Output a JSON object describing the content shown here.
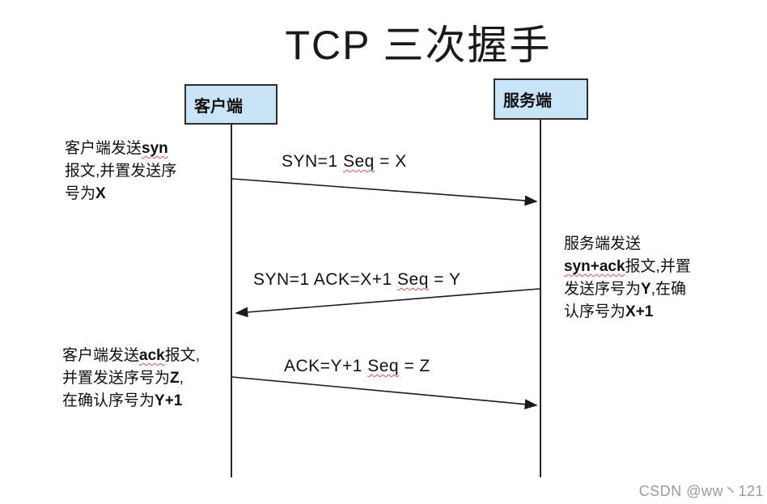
{
  "title": "TCP 三次握手",
  "actors": {
    "client": "客户端",
    "server": "服务端"
  },
  "messages": {
    "syn": [
      [
        {
          "t": "SYN=1  "
        },
        {
          "t": "Seq",
          "w": true
        },
        {
          "t": " = X"
        }
      ]
    ],
    "synack": [
      [
        {
          "t": "SYN=1  ACK=X+1 "
        },
        {
          "t": "Seq",
          "w": true
        },
        {
          "t": " = Y"
        }
      ]
    ],
    "ack": [
      [
        {
          "t": "ACK=Y+1 "
        },
        {
          "t": "Seq",
          "w": true
        },
        {
          "t": " = Z"
        }
      ]
    ]
  },
  "annotations": {
    "client_syn": [
      [
        {
          "t": "客户端发送"
        },
        {
          "t": "syn",
          "b": true,
          "w": true
        }
      ],
      [
        {
          "t": "报文,并置发送序"
        }
      ],
      [
        {
          "t": "号为"
        },
        {
          "t": "X",
          "b": true
        }
      ]
    ],
    "server_synack": [
      [
        {
          "t": "服务端发送"
        }
      ],
      [
        {
          "t": "syn+ack",
          "b": true,
          "w": true
        },
        {
          "t": "报文,并置"
        }
      ],
      [
        {
          "t": "发送序号为"
        },
        {
          "t": "Y",
          "b": true
        },
        {
          "t": ",在确"
        }
      ],
      [
        {
          "t": "认序号为"
        },
        {
          "t": "X+1",
          "b": true
        }
      ]
    ],
    "client_ack": [
      [
        {
          "t": "客户端发送"
        },
        {
          "t": "ack",
          "b": true,
          "w": true
        },
        {
          "t": "报文,"
        }
      ],
      [
        {
          "t": "并置发送序号为"
        },
        {
          "t": "Z",
          "b": true
        },
        {
          "t": ","
        }
      ],
      [
        {
          "t": "在确认序号为"
        },
        {
          "t": "Y+1",
          "b": true
        }
      ]
    ]
  },
  "watermark": "CSDN @ww丶121",
  "colors": {
    "box_fill": "#c9e4f7",
    "box_border": "#2e2e2e",
    "line": "#2a2a2a",
    "wavy_underline": "#d9534f",
    "watermark": "#9b9b9b"
  }
}
